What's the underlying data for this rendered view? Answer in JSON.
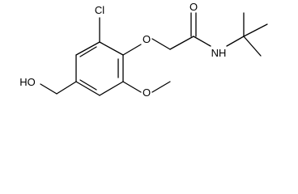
{
  "molecule": {
    "atoms": {
      "chlorine": "Cl",
      "carbonyl_oxygen": "O",
      "ether_oxygen": "O",
      "amide_nitrogen": "NH",
      "hydroxyl": "HO",
      "methoxy_oxygen": "O"
    }
  },
  "colors": {
    "bond": "#000000",
    "text": "#000000",
    "background": "#ffffff"
  }
}
